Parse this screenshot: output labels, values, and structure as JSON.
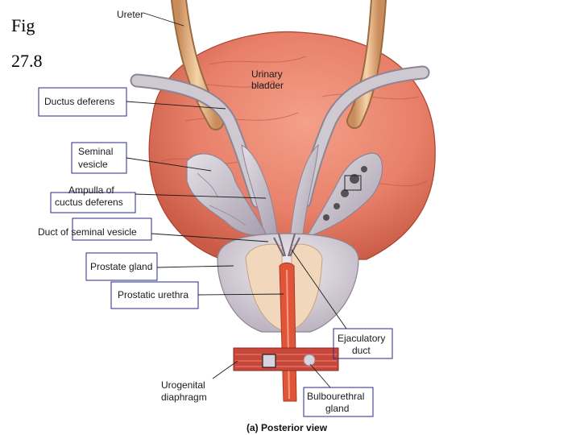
{
  "figure": {
    "fig_text": "Fig",
    "number": "27.8"
  },
  "labels": {
    "ureter": "Ureter",
    "urinary_bladder_1": "Urinary",
    "urinary_bladder_2": "bladder",
    "ductus_deferens": "Ductus deferens",
    "seminal_vesicle_1": "Seminal",
    "seminal_vesicle_2": "vesicle",
    "ampulla_1": "Ampulla of",
    "ampulla_2": "cuctus deferens",
    "duct_seminal_vesicle": "Duct of seminal vesicle",
    "prostate_gland": "Prostate gland",
    "prostatic_urethra": "Prostatic urethra",
    "ejaculatory_duct_1": "Ejaculatory",
    "ejaculatory_duct_2": "duct",
    "urogenital_1": "Urogenital",
    "urogenital_2": "diaphragm",
    "bulbourethral_1": "Bulbourethral",
    "bulbourethral_2": "gland"
  },
  "caption": "(a) Posterior view",
  "colors": {
    "bladder": "#e8806a",
    "bladder_dark": "#c95a45",
    "ureter": "#e9b98c",
    "vesicle": "#c9c3cc",
    "prostate": "#d9d3dc",
    "urethra": "#e0553a",
    "label_box": "#2a2a8a"
  }
}
